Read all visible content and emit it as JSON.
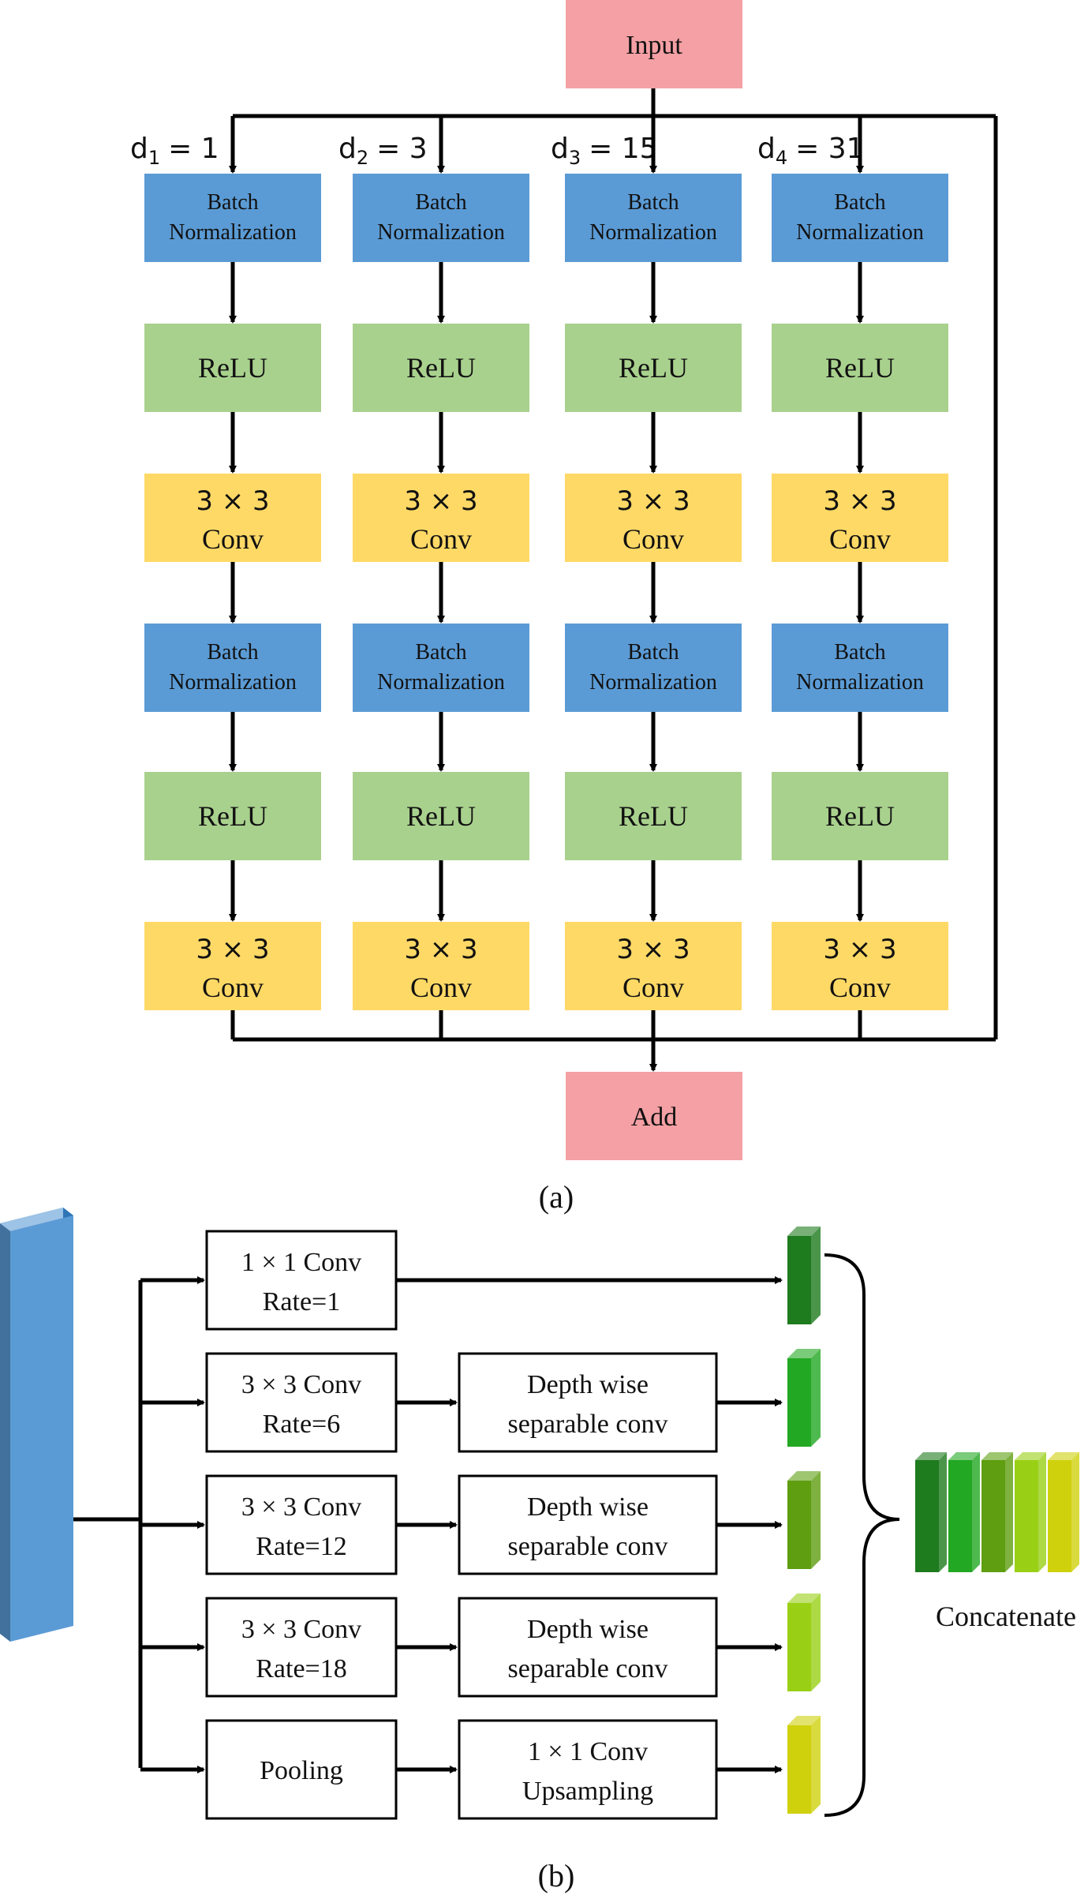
{
  "part_a": {
    "input_label": "Input",
    "add_label": "Add",
    "caption": "(a)",
    "branches": [
      {
        "dilation_var": "d",
        "dilation_sub": "1",
        "dilation_value": "= 1"
      },
      {
        "dilation_var": "d",
        "dilation_sub": "2",
        "dilation_value": "= 3"
      },
      {
        "dilation_var": "d",
        "dilation_sub": "3",
        "dilation_value": "= 15"
      },
      {
        "dilation_var": "d",
        "dilation_sub": "4",
        "dilation_value": "= 31"
      }
    ],
    "layers": {
      "bn_line1": "Batch",
      "bn_line2": "Normalization",
      "relu": "ReLU",
      "conv_line1": "3 × 3",
      "conv_line2": "Conv"
    },
    "colors": {
      "io": "#F4A0A4",
      "bn": "#5B9BD5",
      "relu": "#A9D18E",
      "conv": "#FFD966"
    }
  },
  "part_b": {
    "caption": "(b)",
    "concatenate_label": "Concatenate",
    "rows": [
      {
        "box1_line1": "1 × 1 Conv",
        "box1_line2": "Rate=1",
        "box2_line1": "",
        "box2_line2": "",
        "block_color": "#1E7B1E"
      },
      {
        "box1_line1": "3 × 3 Conv",
        "box1_line2": "Rate=6",
        "box2_line1": "Depth wise",
        "box2_line2": "separable conv",
        "block_color": "#22A822"
      },
      {
        "box1_line1": "3 × 3 Conv",
        "box1_line2": "Rate=12",
        "box2_line1": "Depth wise",
        "box2_line2": "separable conv",
        "block_color": "#5E9E10"
      },
      {
        "box1_line1": "3 × 3 Conv",
        "box1_line2": "Rate=18",
        "box2_line1": "Depth wise",
        "box2_line2": "separable conv",
        "block_color": "#99D016"
      },
      {
        "box1_line1": "Pooling",
        "box1_line2": "",
        "box2_line1": "1 × 1 Conv",
        "box2_line2": "Upsampling",
        "block_color": "#CFD10C"
      }
    ],
    "colors": {
      "input_block": "#5B9BD5"
    }
  }
}
